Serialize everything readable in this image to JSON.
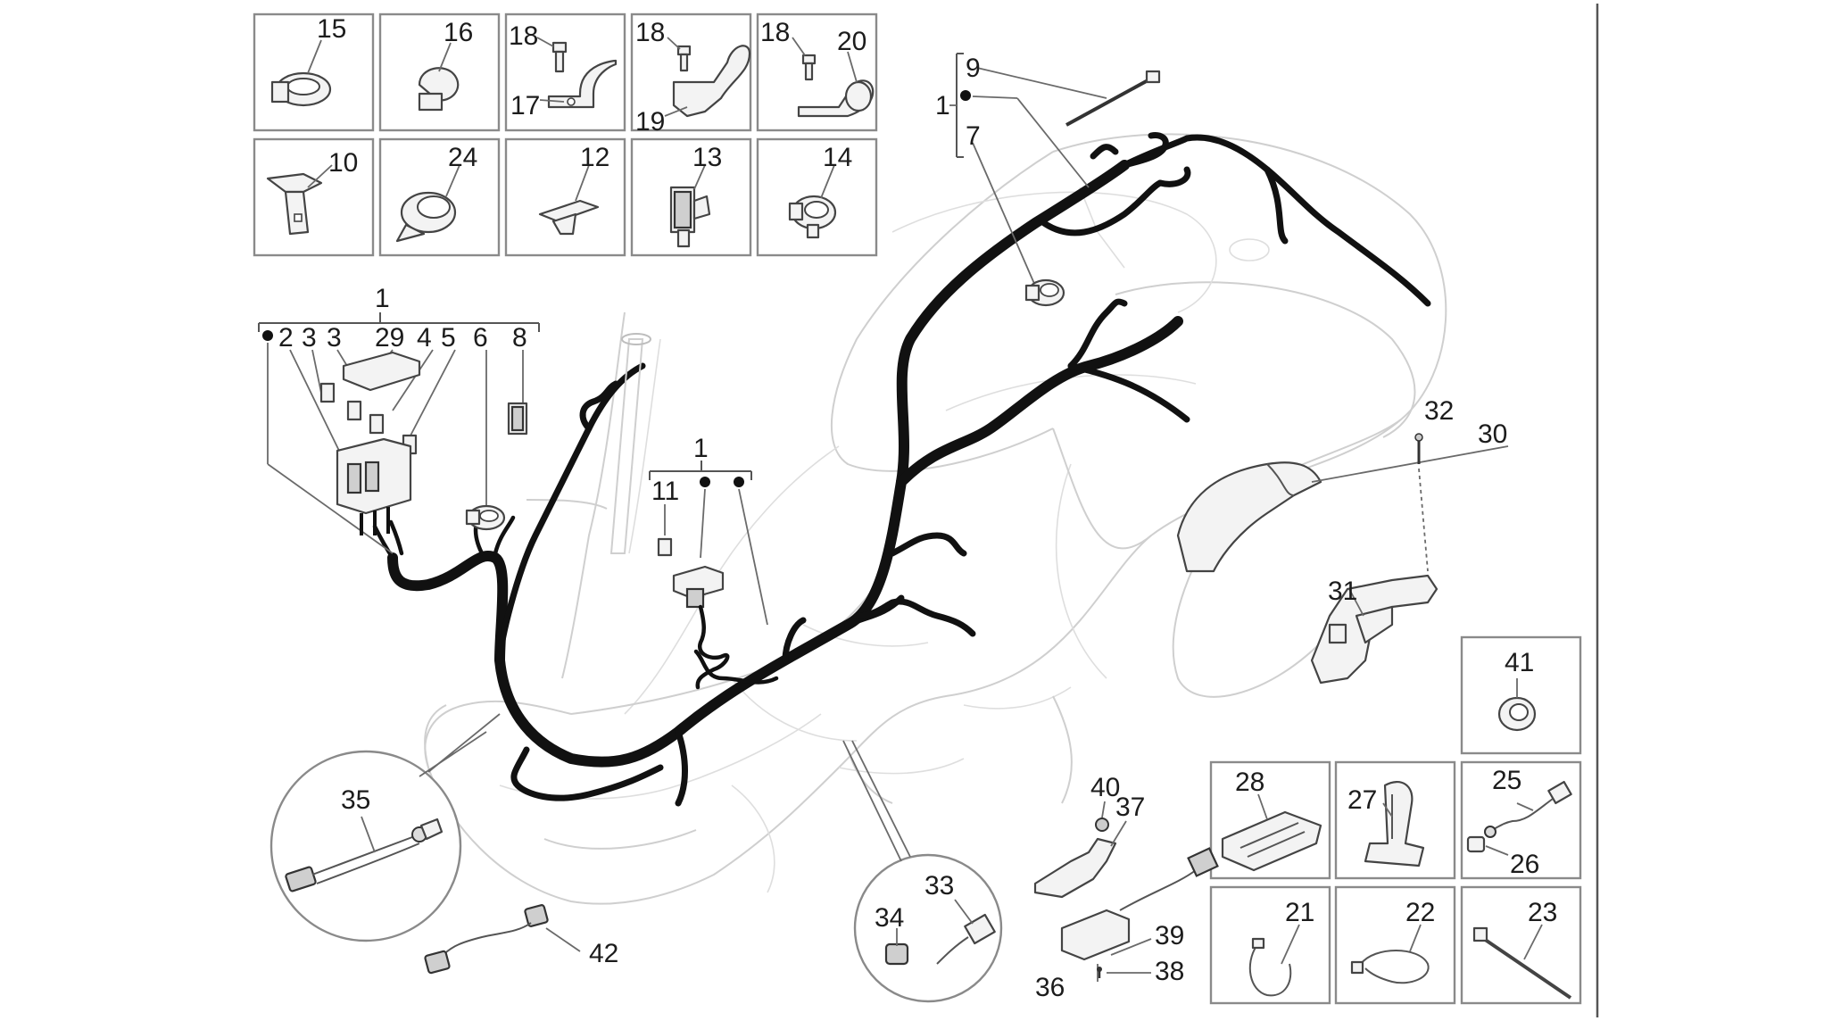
{
  "diagram": {
    "labels": {
      "p15": "15",
      "p16": "16",
      "p18a": "18",
      "p17": "17",
      "p18b": "18",
      "p19": "19",
      "p18c": "18",
      "p20": "20",
      "p10": "10",
      "p24": "24",
      "p12": "12",
      "p13": "13",
      "p14": "14",
      "p9": "9",
      "p1_top": "1",
      "p7": "7",
      "p1_left": "1",
      "p2": "2",
      "p3a": "3",
      "p3b": "3",
      "p29": "29",
      "p4": "4",
      "p5": "5",
      "p6": "6",
      "p8": "8",
      "p1_mid": "1",
      "p11": "11",
      "p32": "32",
      "p30": "30",
      "p31": "31",
      "p41": "41",
      "p35": "35",
      "p40": "40",
      "p37": "37",
      "p28": "28",
      "p27": "27",
      "p25": "25",
      "p26": "26",
      "p33": "33",
      "p34": "34",
      "p39": "39",
      "p38": "38",
      "p36": "36",
      "p21": "21",
      "p22": "22",
      "p23": "23",
      "p42": "42"
    },
    "colors": {
      "harness": "#111111",
      "frame": "#8a8a8a",
      "body_outline": "#cfcfcf",
      "label": "#1c1c1c"
    }
  }
}
